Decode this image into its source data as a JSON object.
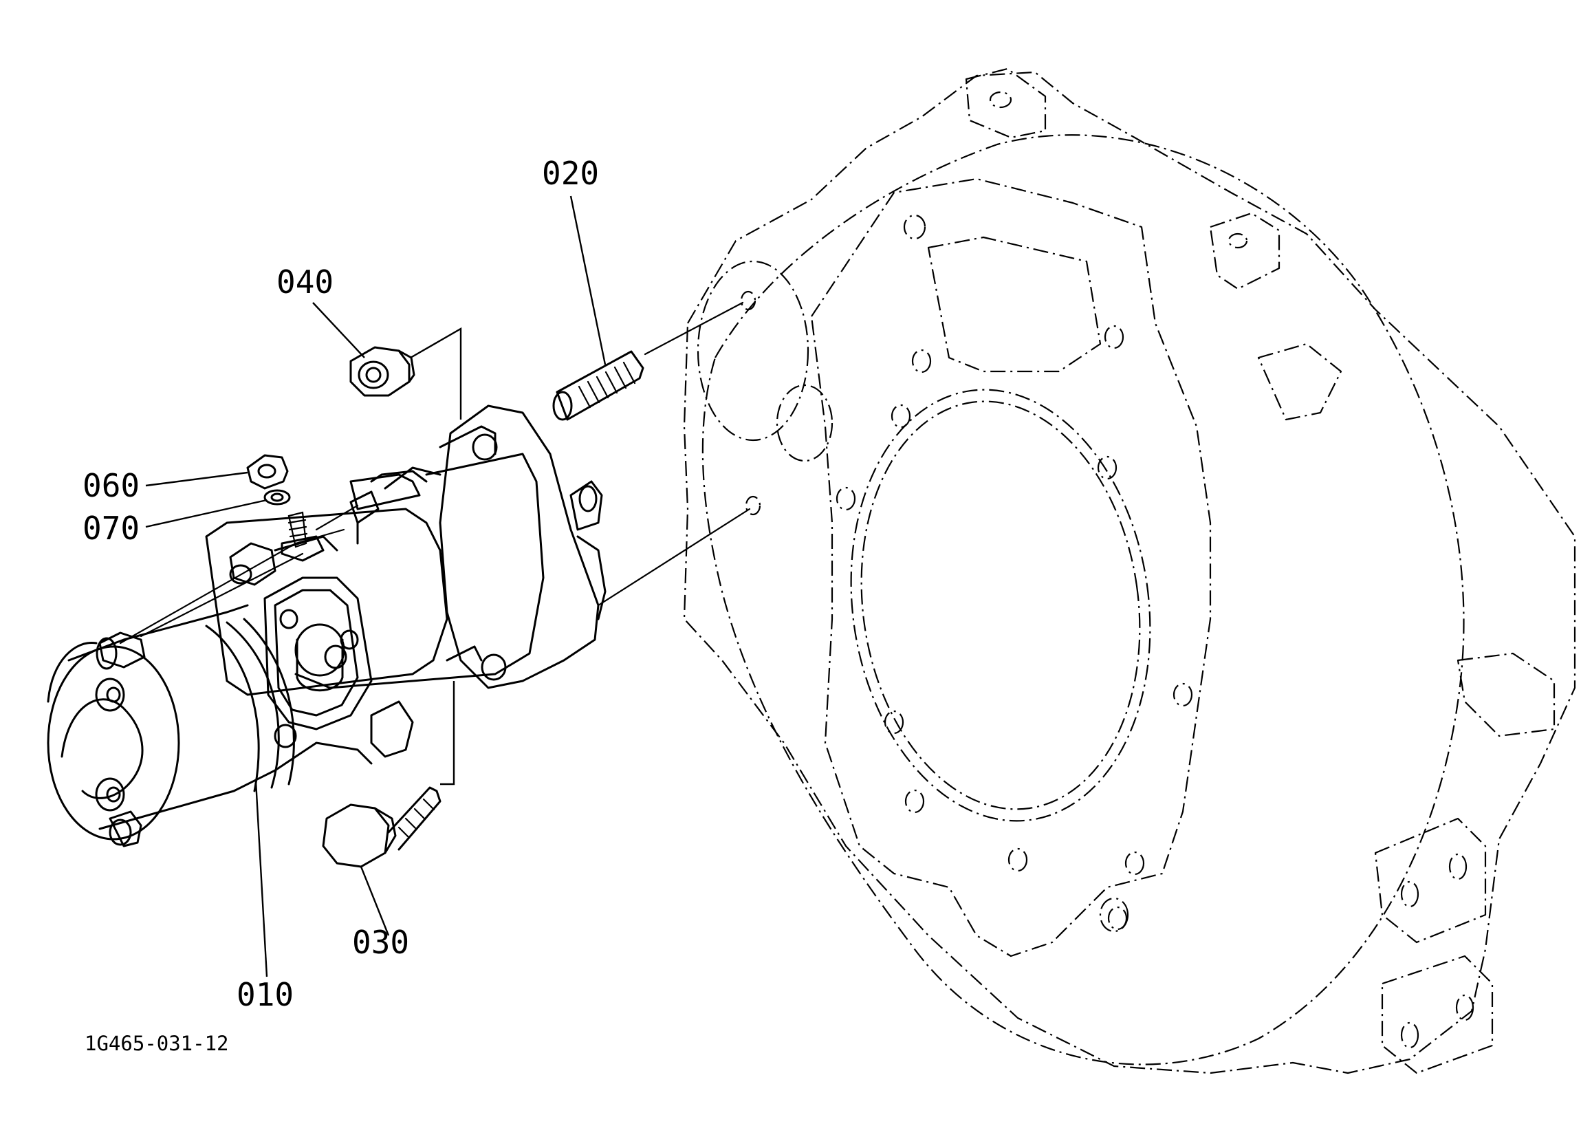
{
  "diagram": {
    "reference_code": "1G465-031-12",
    "callouts": [
      {
        "id": "010",
        "label": "010"
      },
      {
        "id": "020",
        "label": "020"
      },
      {
        "id": "030",
        "label": "030"
      },
      {
        "id": "040",
        "label": "040"
      },
      {
        "id": "060",
        "label": "060"
      },
      {
        "id": "070",
        "label": "070"
      }
    ]
  }
}
